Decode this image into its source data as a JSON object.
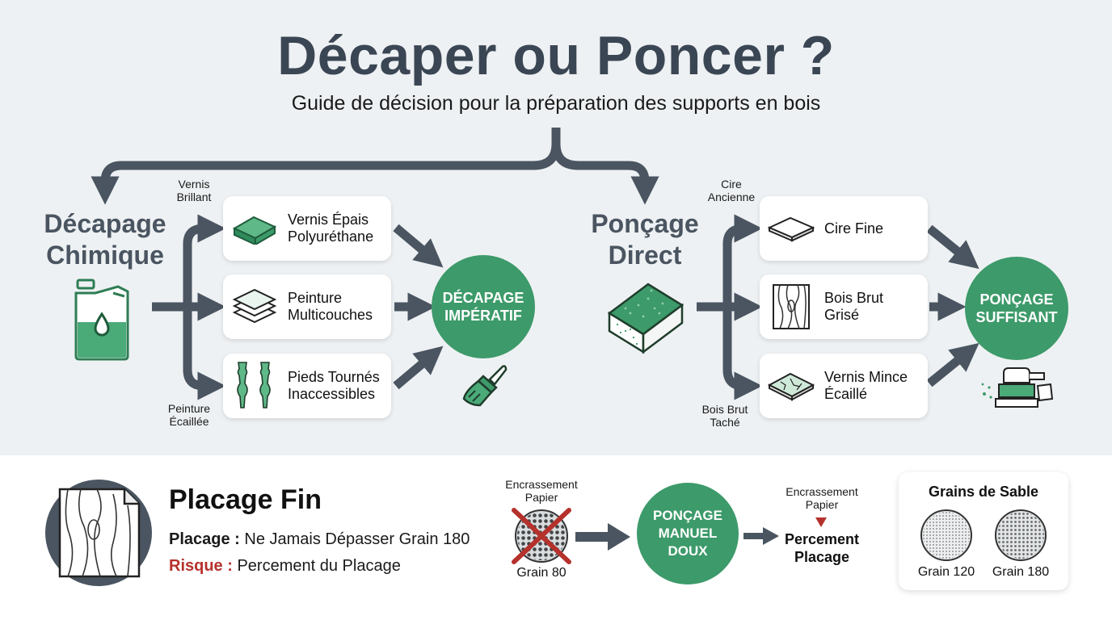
{
  "header": {
    "title": "Décaper ou Poncer ?",
    "subtitle": "Guide de décision pour la préparation des supports en bois"
  },
  "left_branch": {
    "title_line1": "Décapage",
    "title_line2": "Chimique",
    "label_top_line1": "Vernis",
    "label_top_line2": "Brillant",
    "label_bottom_line1": "Peinture",
    "label_bottom_line2": "Écaillée",
    "cards": [
      {
        "line1": "Vernis Épais",
        "line2": "Polyuréthane"
      },
      {
        "line1": "Peinture",
        "line2": "Multicouches"
      },
      {
        "line1": "Pieds Tournés",
        "line2": "Inaccessibles"
      }
    ],
    "result_line1": "DÉCAPAGE",
    "result_line2": "IMPÉRATIF"
  },
  "right_branch": {
    "title_line1": "Ponçage",
    "title_line2": "Direct",
    "label_top_line1": "Cire",
    "label_top_line2": "Ancienne",
    "label_bottom_line1": "Bois Brut",
    "label_bottom_line2": "Taché",
    "cards": [
      {
        "line1": "Cire Fine",
        "line2": ""
      },
      {
        "line1": "Bois Brut",
        "line2": "Grisé"
      },
      {
        "line1": "Vernis Mince",
        "line2": "Écaillé"
      }
    ],
    "result_line1": "PONÇAGE",
    "result_line2": "SUFFISANT"
  },
  "placage": {
    "title": "Placage Fin",
    "rule_label": "Placage :",
    "rule_text": "Ne Jamais Dépasser Grain 180",
    "risk_label": "Risque :",
    "risk_text": "Percement du Placage",
    "clog_line1": "Encrassement",
    "clog_line2": "Papier",
    "grain_forbidden": "Grain 80",
    "method_line1": "PONÇAGE",
    "method_line2": "MANUEL",
    "method_line3": "DOUX",
    "clog2_line1": "Encrassement",
    "clog2_line2": "Papier",
    "result_line1": "Percement",
    "result_line2": "Placage"
  },
  "grains": {
    "title": "Grains de Sable",
    "items": [
      "Grain 120",
      "Grain 180"
    ]
  },
  "colors": {
    "green": "#3d9a6a",
    "slate": "#4a5561",
    "red": "#b5322c"
  }
}
